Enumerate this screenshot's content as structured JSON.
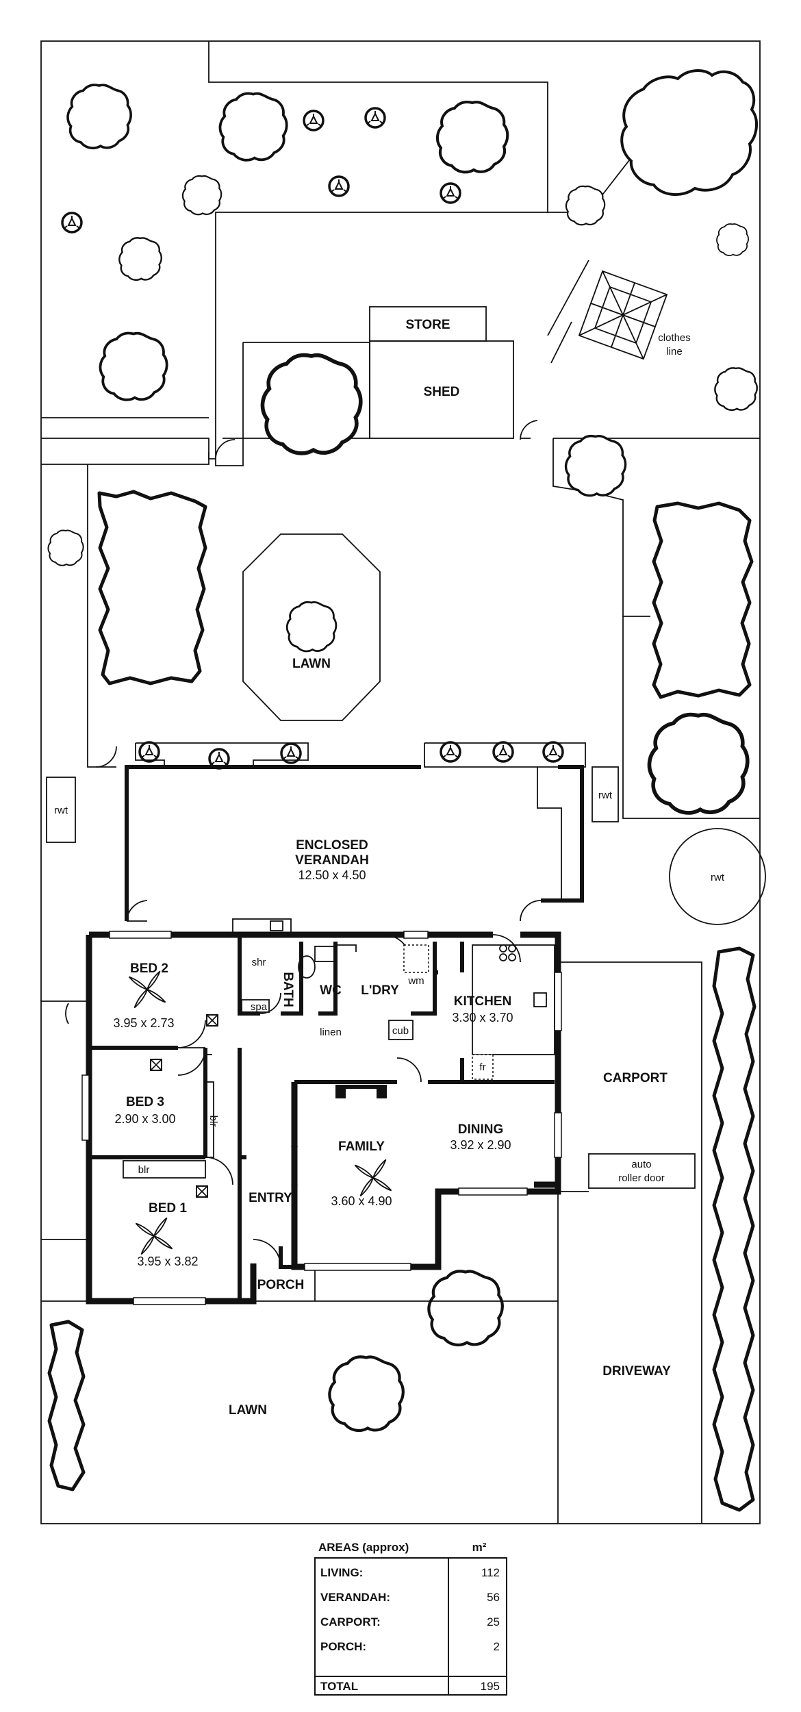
{
  "plan": {
    "labels": {
      "store": "STORE",
      "shed": "SHED",
      "clothes_line_1": "clothes",
      "clothes_line_2": "line",
      "lawn_rear": "LAWN",
      "rwt_left": "rwt",
      "rwt_mid": "rwt",
      "rwt_round": "rwt",
      "verandah_1": "ENCLOSED",
      "verandah_2": "VERANDAH",
      "verandah_dim": "12.50 x 4.50",
      "bed2": "BED 2",
      "bed2_dim": "3.95 x 2.73",
      "bed3": "BED 3",
      "bed3_dim": "2.90 x 3.00",
      "bed1": "BED 1",
      "bed1_dim": "3.95 x 3.82",
      "shr": "shr",
      "spa": "spa",
      "bath": "BATH",
      "wc": "WC",
      "linen": "linen",
      "ldry": "L'DRY",
      "wm": "wm",
      "cub": "cub",
      "kitchen": "KITCHEN",
      "kitchen_dim": "3.30 x 3.70",
      "fr": "fr",
      "family": "FAMILY",
      "family_dim": "3.60 x 4.90",
      "dining": "DINING",
      "dining_dim": "3.92 x 2.90",
      "entry": "ENTRY",
      "porch": "PORCH",
      "blr_bed3": "blr",
      "blr_bed1": "blr",
      "carport": "CARPORT",
      "auto_1": "auto",
      "auto_2": "roller door",
      "lawn_front": "LAWN",
      "driveway": "DRIVEWAY"
    }
  },
  "areas_table": {
    "title": "AREAS (approx)",
    "unit": "m²",
    "rows": [
      {
        "label": "LIVING:",
        "value": "112"
      },
      {
        "label": "VERANDAH:",
        "value": "56"
      },
      {
        "label": "CARPORT:",
        "value": "25"
      },
      {
        "label": "PORCH:",
        "value": "2"
      }
    ],
    "total": {
      "label": "TOTAL",
      "value": "195"
    }
  }
}
